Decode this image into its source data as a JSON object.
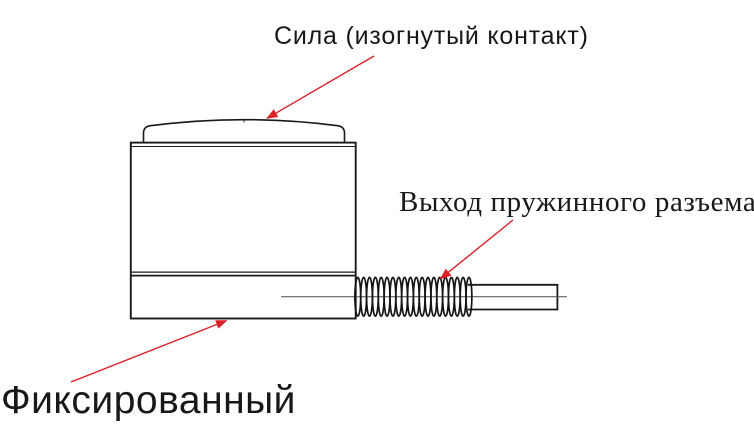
{
  "diagram": {
    "labels": {
      "force": "Сила (изогнутый контакт)",
      "connector_output": "Выход пружинного разъема",
      "fixed": "Фиксированный"
    },
    "colors": {
      "line": "#1a1a1a",
      "leader": "#da2128",
      "background": "#ffffff"
    }
  }
}
